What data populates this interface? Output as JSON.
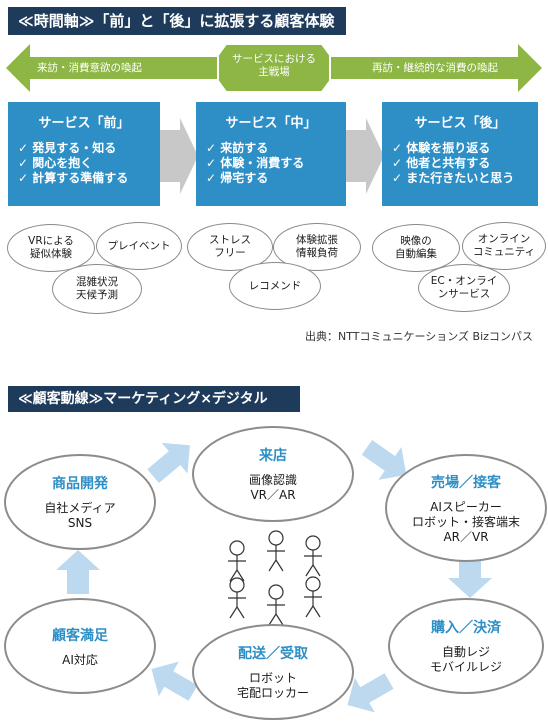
{
  "section1": {
    "banner": "≪時間軸≫「前」と「後」に拡張する顧客体験",
    "timeline": {
      "left_label": "来訪・消費意欲の喚起",
      "center_line1": "サービスにおける",
      "center_line2": "主戦場",
      "right_label": "再訪・継続的な消費の喚起"
    },
    "stages": [
      {
        "title": "サービス「前」",
        "items": [
          "✓ 発見する・知る",
          "✓ 関心を抱く",
          "✓ 計算する準備する"
        ]
      },
      {
        "title": "サービス「中」",
        "items": [
          "✓ 来訪する",
          "✓ 体験・消費する",
          "✓ 帰宅する"
        ]
      },
      {
        "title": "サービス「後」",
        "items": [
          "✓ 体験を振り返る",
          "✓ 他者と共有する",
          "✓ また行きたいと思う"
        ]
      }
    ],
    "ovals": [
      "VRによる\n疑似体験",
      "プレイベント",
      "混雑状況\n天候予測",
      "ストレス\nフリー",
      "体験拡張\n情報負荷",
      "レコメンド",
      "映像の\n自動編集",
      "オンライン\nコミュニティ",
      "EC・オンライ\nンサービス"
    ],
    "source": "出典：NTTコミュニケーションズ Bizコンパス"
  },
  "section2": {
    "banner": "≪顧客動線≫マーケティング×デジタル",
    "nodes": [
      {
        "title": "来店",
        "lines": [
          "画像認識",
          "VR／AR"
        ]
      },
      {
        "title": "売場／接客",
        "lines": [
          "AIスピーカー",
          "ロボット・接客端末",
          "AR／VR"
        ]
      },
      {
        "title": "購入／決済",
        "lines": [
          "自動レジ",
          "モバイルレジ"
        ]
      },
      {
        "title": "配送／受取",
        "lines": [
          "ロボット",
          "宅配ロッカー"
        ]
      },
      {
        "title": "顧客満足",
        "lines": [
          "AI対応"
        ]
      },
      {
        "title": "商品開発",
        "lines": [
          "自社メディア",
          "SNS"
        ]
      }
    ]
  },
  "colors": {
    "banner_bg": "#1f3b5c",
    "timeline_green": "#8db645",
    "stage_blue": "#2e8fc6",
    "chevron_gray": "#c8c8c8",
    "cycle_arrow": "#bcd9ef",
    "node_title": "#2e8fc6"
  },
  "icons": [
    "double-arrow-icon",
    "chevron-right-icon",
    "stick-figure-icon",
    "cycle-arrow-icon"
  ]
}
